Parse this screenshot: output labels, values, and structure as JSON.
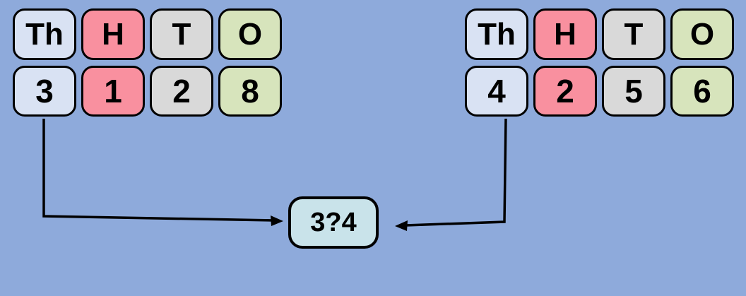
{
  "colors": {
    "background": "#8EAADB",
    "thousands": "#D9E2F3",
    "hundreds": "#F9909F",
    "tens": "#D9D9D9",
    "ones": "#D7E4BC",
    "comparison": "#C9E3EA",
    "outline": "#000000"
  },
  "left_number": {
    "headers": [
      "Th",
      "H",
      "T",
      "O"
    ],
    "digits": [
      "3",
      "1",
      "2",
      "8"
    ]
  },
  "right_number": {
    "headers": [
      "Th",
      "H",
      "T",
      "O"
    ],
    "digits": [
      "4",
      "2",
      "5",
      "6"
    ]
  },
  "comparison": {
    "text": "3?4"
  }
}
